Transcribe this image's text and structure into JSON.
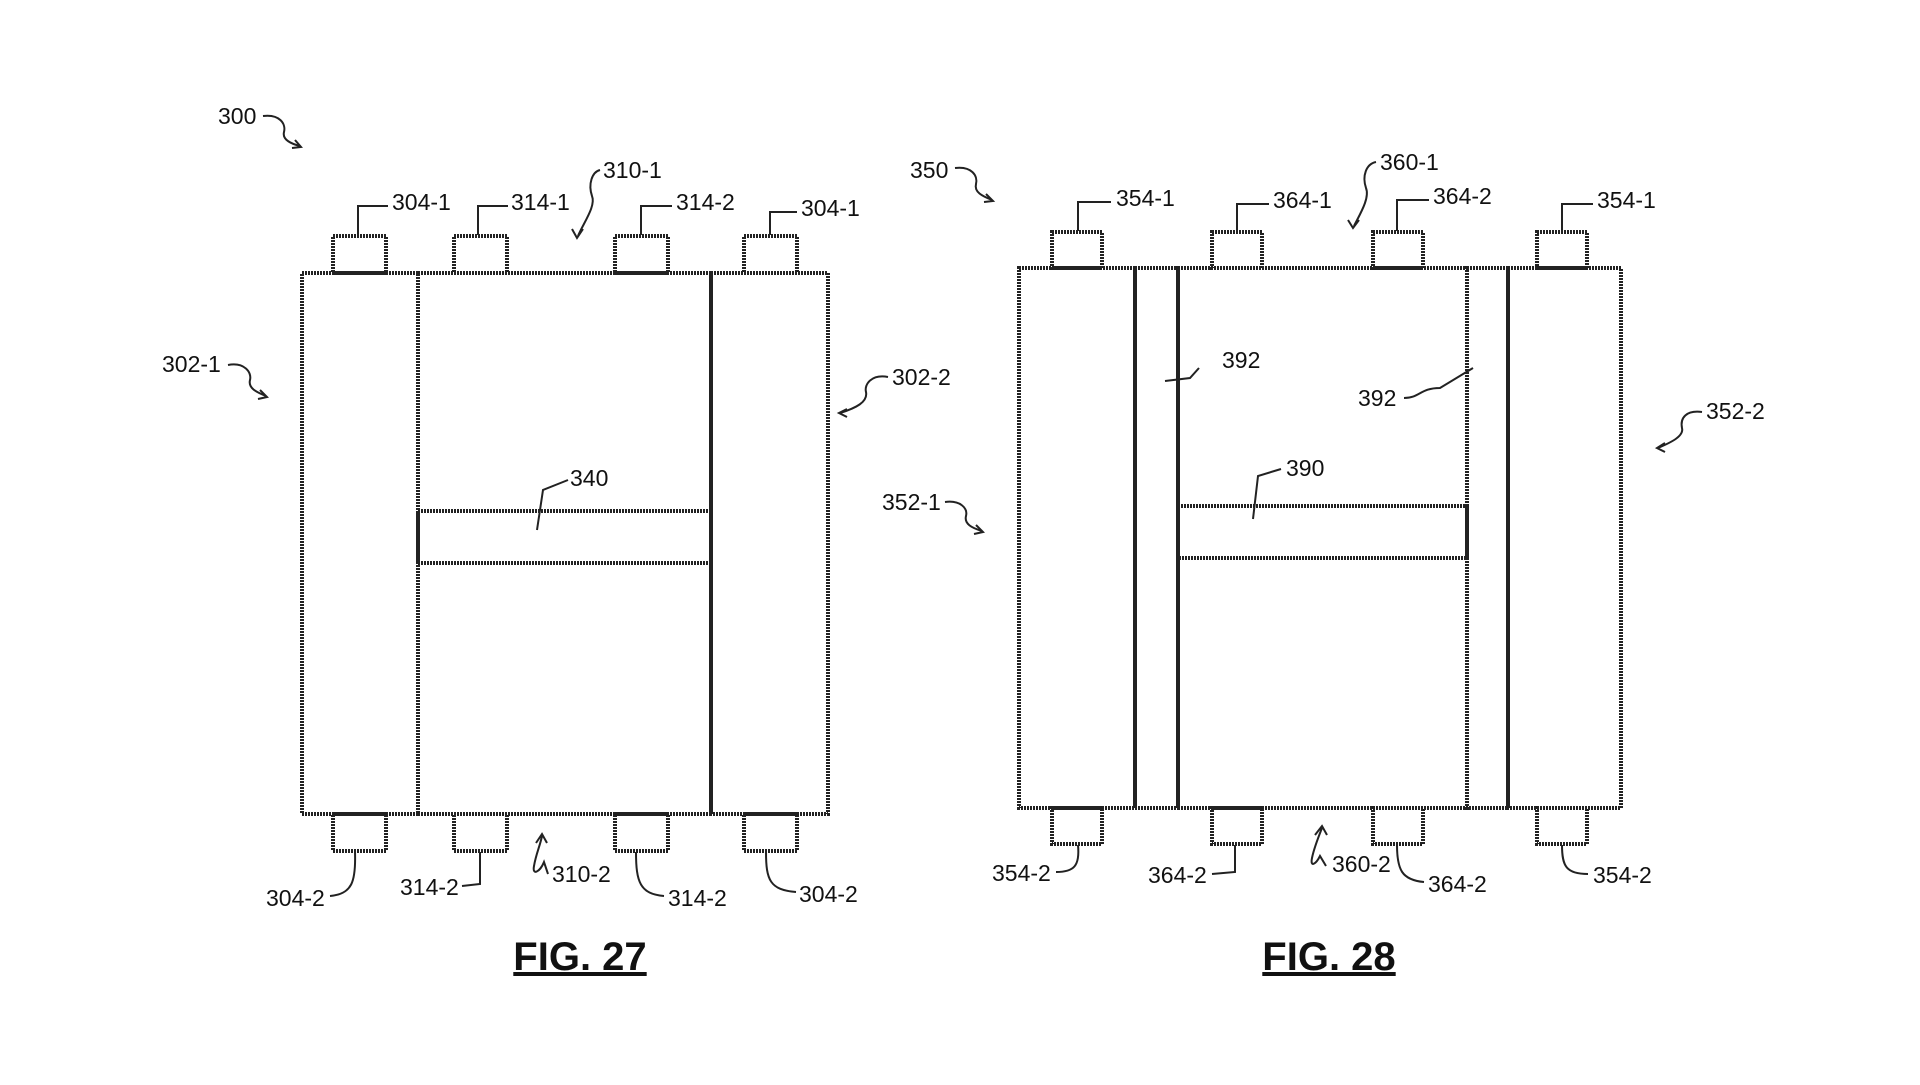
{
  "figures": {
    "fig27": {
      "caption": "FIG. 27",
      "labels": {
        "assembly": "300",
        "gap_top": "310-1",
        "gap_bottom": "310-2",
        "block_left": "302-1",
        "block_right": "302-2",
        "pad_left_top": "304-1",
        "pad_right_top": "304-1",
        "pad_left_bottom": "304-2",
        "pad_right_bottom": "304-2",
        "pad_mid1_top": "314-1",
        "pad_mid2_top": "314-2",
        "pad_mid1_bottom": "314-2",
        "pad_mid2_bottom": "314-2",
        "bridge": "340"
      }
    },
    "fig28": {
      "caption": "FIG. 28",
      "labels": {
        "assembly": "350",
        "gap_top": "360-1",
        "gap_bottom": "360-2",
        "block_left": "352-1",
        "block_right": "352-2",
        "pad_left_top": "354-1",
        "pad_right_top": "354-1",
        "pad_left_bottom": "354-2",
        "pad_right_bottom": "354-2",
        "pad_mid1_top": "364-1",
        "pad_mid2_top": "364-2",
        "pad_mid1_bottom": "364-2",
        "pad_mid2_bottom": "364-2",
        "bridge": "390",
        "strip_left": "392",
        "strip_right": "392"
      }
    }
  }
}
